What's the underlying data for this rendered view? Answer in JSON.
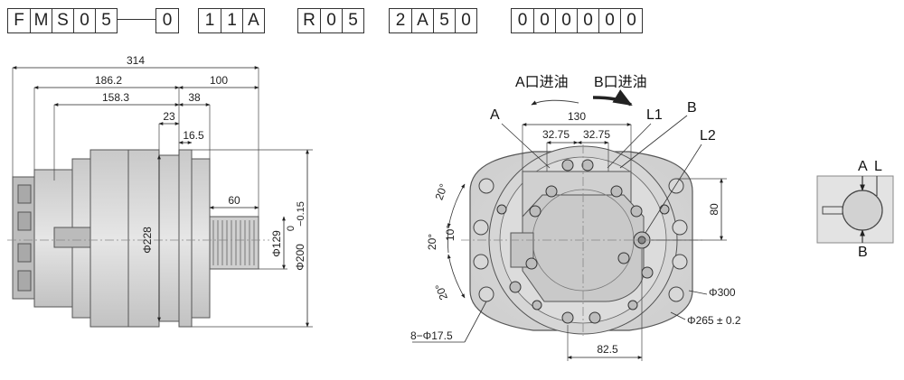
{
  "model_code": {
    "groups": [
      {
        "chars": [
          "F",
          "M",
          "S",
          "0",
          "5"
        ]
      },
      {
        "chars": [
          "0"
        ]
      },
      {
        "chars": [
          "1",
          "1",
          "A"
        ]
      },
      {
        "chars": [
          "R",
          "0",
          "5"
        ]
      },
      {
        "chars": [
          "2",
          "A",
          "5",
          "0"
        ]
      },
      {
        "chars": [
          "0",
          "0",
          "0",
          "0",
          "0",
          "0"
        ]
      }
    ]
  },
  "side_view": {
    "dims": {
      "overall": "314",
      "d1862": "186.2",
      "d100": "100",
      "d1583": "158.3",
      "d38": "38",
      "d23": "23",
      "d165": "16.5",
      "d60": "60",
      "dia228": "Φ228",
      "dia129": "Φ129",
      "dia200": "Φ200",
      "tol_upper": "0",
      "tol_lower": "−0.15"
    }
  },
  "front_view": {
    "a_port_text": "A口进油",
    "b_port_text": "B口进油",
    "labels": {
      "a": "A",
      "l1": "L1",
      "b": "B",
      "l2": "L2"
    },
    "dims": {
      "d130": "130",
      "d3275a": "32.75",
      "d3275b": "32.75",
      "d80": "80",
      "dia300": "Φ300",
      "dia265": "Φ265 ± 0.2",
      "holes": "8−Φ17.5",
      "d825": "82.5",
      "ang20a": "20°",
      "ang10": "10°",
      "ang20b": "20°",
      "ang20c": "20°"
    }
  },
  "symbol": {
    "a": "A",
    "l": "L",
    "b": "B"
  }
}
